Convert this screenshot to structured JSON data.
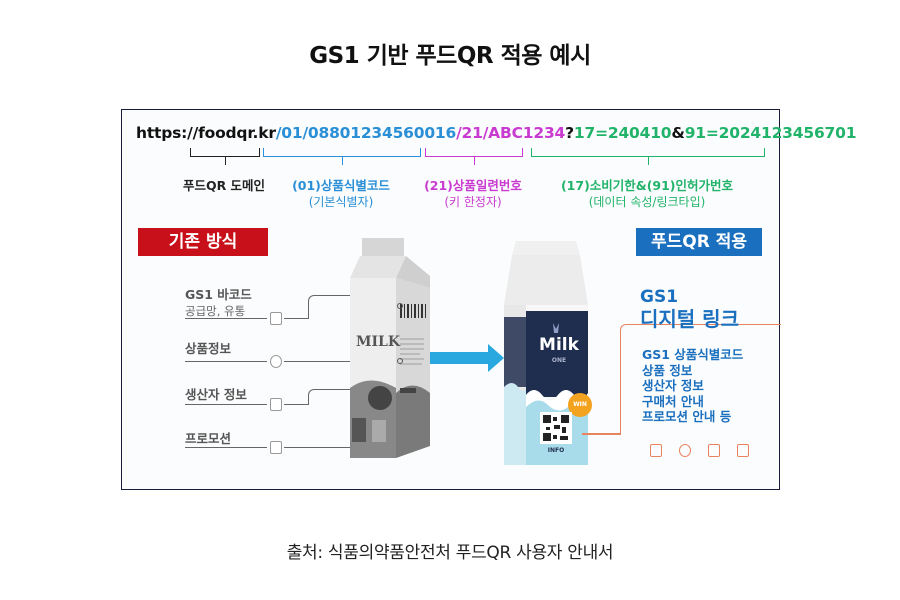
{
  "title": "GS1 기반 푸드QR 적용 예시",
  "caption": "출처: 식품의약품안전처 푸드QR 사용자 안내서",
  "colors": {
    "domain": "#111111",
    "gtin": "#2a8fd6",
    "serial": "#c83ad0",
    "attrs": "#22b36a",
    "old_badge": "#c8101a",
    "new_badge": "#1a6fbe",
    "arrow": "#29a8e0",
    "connector": "#e8835f"
  },
  "url": {
    "domain": "https://foodqr.kr",
    "gtin": "/01/08801234560016",
    "serial": "/21/ABC1234",
    "question": "?",
    "expiry": "17=240410",
    "amp": "&",
    "permit": "91=2024123456701"
  },
  "labels": {
    "domain": {
      "main": "푸드QR 도메인"
    },
    "gtin": {
      "main": "(01)상품식별코드",
      "sub": "(기본식별자)"
    },
    "serial": {
      "main": "(21)상품일련번호",
      "sub": "(키 한정자)"
    },
    "attrs": {
      "main": "(17)소비기한&(91)인허가번호",
      "sub": "(데이터 속성/링크타입)"
    }
  },
  "old_method": {
    "badge": "기존 방식",
    "items": [
      {
        "label": "GS1 바코드",
        "sub": "공급망, 유통",
        "icon": "document-icon"
      },
      {
        "label": "상품정보",
        "icon": "globe-icon"
      },
      {
        "label": "생산자 정보",
        "icon": "factory-icon"
      },
      {
        "label": "프로모션",
        "icon": "coupon-icon"
      }
    ],
    "carton": {
      "brand": "MILK"
    }
  },
  "new_method": {
    "badge": "푸드QR 적용",
    "heading_line1": "GS1",
    "heading_line2": "디지털 링크",
    "items": [
      "GS1 상품식별코드",
      "상품 정보",
      "생산자 정보",
      "구매처 안내",
      "프로모션 안내 등"
    ],
    "carton": {
      "brand": "Milk",
      "sub": "ONE",
      "sticker": "WIN",
      "qr_label": "INFO"
    },
    "icons": [
      "document-icon",
      "globe-icon",
      "factory-icon",
      "coupon-icon"
    ]
  }
}
